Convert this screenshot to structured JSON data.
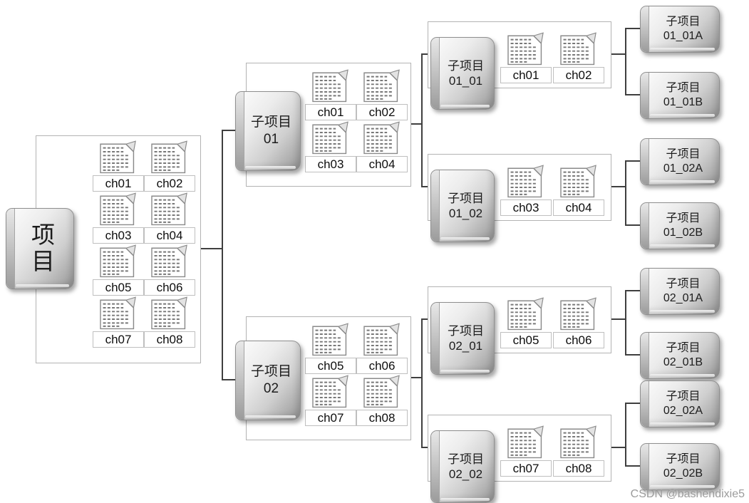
{
  "watermark": "CSDN @bashendixie5",
  "root": {
    "label": "项目",
    "docs": [
      "ch01",
      "ch02",
      "ch03",
      "ch04",
      "ch05",
      "ch06",
      "ch07",
      "ch08"
    ]
  },
  "level2": [
    {
      "label": "子项目",
      "sub": "01",
      "docs": [
        "ch01",
        "ch02",
        "ch03",
        "ch04"
      ]
    },
    {
      "label": "子项目",
      "sub": "02",
      "docs": [
        "ch05",
        "ch06",
        "ch07",
        "ch08"
      ]
    }
  ],
  "level3": [
    {
      "label": "子项目",
      "sub": "01_01",
      "docs": [
        "ch01",
        "ch02"
      ]
    },
    {
      "label": "子项目",
      "sub": "01_02",
      "docs": [
        "ch03",
        "ch04"
      ]
    },
    {
      "label": "子项目",
      "sub": "02_01",
      "docs": [
        "ch05",
        "ch06"
      ]
    },
    {
      "label": "子项目",
      "sub": "02_02",
      "docs": [
        "ch07",
        "ch08"
      ]
    }
  ],
  "level4": [
    {
      "label": "子项目",
      "sub": "01_01A"
    },
    {
      "label": "子项目",
      "sub": "01_01B"
    },
    {
      "label": "子项目",
      "sub": "01_02A"
    },
    {
      "label": "子项目",
      "sub": "01_02B"
    },
    {
      "label": "子项目",
      "sub": "02_01A"
    },
    {
      "label": "子项目",
      "sub": "02_01B"
    },
    {
      "label": "子项目",
      "sub": "02_02A"
    },
    {
      "label": "子项目",
      "sub": "02_02B"
    }
  ]
}
